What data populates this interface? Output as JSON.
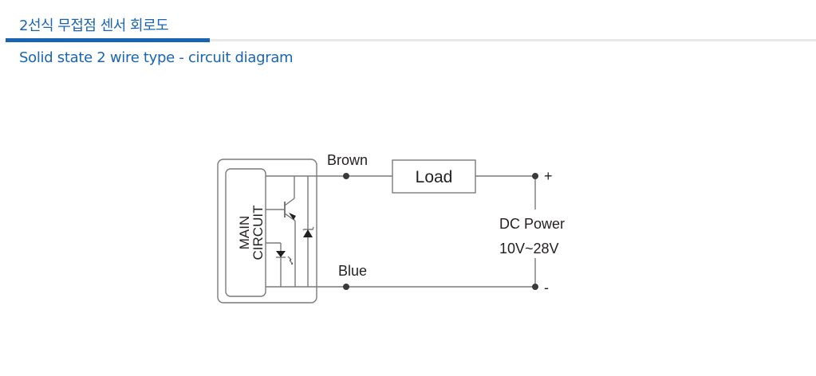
{
  "header": {
    "title_ko": "2선식 무접점 센서 회로도",
    "subtitle_en": "Solid state 2 wire type - circuit diagram",
    "accent_color": "#1a64b4"
  },
  "diagram": {
    "main_circuit_line1": "MAIN",
    "main_circuit_line2": "CIRCUIT",
    "brown_label": "Brown",
    "blue_label": "Blue",
    "load_label": "Load",
    "plus_label": "+",
    "minus_label": "-",
    "power_label": "DC Power",
    "voltage_label": "10V~28V",
    "line_color": "#7a7a7a"
  }
}
